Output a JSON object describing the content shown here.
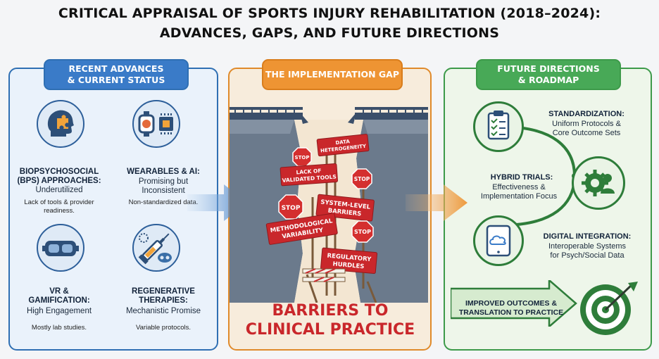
{
  "title": {
    "line1": "CRITICAL APPRAISAL OF SPORTS INJURY REHABILITATION (2018–2024):",
    "line2": "ADVANCES, GAPS, AND FUTURE DIRECTIONS"
  },
  "left_panel": {
    "heading_line1": "RECENT ADVANCES",
    "heading_line2": "& CURRENT STATUS",
    "items": [
      {
        "icon": "head-puzzle-icon",
        "title_line1": "BIOPSYCHOSOCIAL",
        "title_line2": "(BPS) APPROACHES:",
        "subtitle": "Underutilized",
        "note_line1": "Lack of tools & provider",
        "note_line2": "readiness."
      },
      {
        "icon": "smartwatch-chip-icon",
        "title_line1": "WEARABLES & AI:",
        "subtitle_line1": "Promising but",
        "subtitle_line2": "Inconsistent",
        "note": "Non-standardized data."
      },
      {
        "icon": "vr-headset-icon",
        "title_line1": "VR &",
        "title_line2": "GAMIFICATION:",
        "subtitle": "High Engagement",
        "note": "Mostly lab studies."
      },
      {
        "icon": "syringe-cells-icon",
        "title_line1": "REGENERATIVE",
        "title_line2": "THERAPIES:",
        "subtitle": "Mechanistic Promise",
        "note": "Variable protocols."
      }
    ]
  },
  "middle_panel": {
    "heading": "THE IMPLEMENTATION GAP",
    "signs": [
      {
        "label": "STOP"
      },
      {
        "label_line1": "DATA",
        "label_line2": "HETEROGENEITY"
      },
      {
        "label_line1": "LACK OF",
        "label_line2": "VALIDATED TOOLS"
      },
      {
        "label": "STOP"
      },
      {
        "label": "STOP"
      },
      {
        "label_line1": "SYSTEM-LEVEL",
        "label_line2": "BARRIERS"
      },
      {
        "label_line1": "METHODOLOGICAL",
        "label_line2": "VARIABILITY"
      },
      {
        "label": "STOP"
      },
      {
        "label_line1": "REGULATORY",
        "label_line2": "HURDLES"
      }
    ],
    "footer_line1": "BARRIERS TO",
    "footer_line2": "CLINICAL PRACTICE"
  },
  "right_panel": {
    "heading_line1": "FUTURE DIRECTIONS",
    "heading_line2": "& ROADMAP",
    "items": [
      {
        "icon": "clipboard-checklist-icon",
        "title": "STANDARDIZATION:",
        "line1": "Uniform Protocols &",
        "line2": "Core Outcome Sets"
      },
      {
        "icon": "gear-person-icon",
        "title": "HYBRID TRIALS:",
        "line1": "Effectiveness &",
        "line2": "Implementation Focus"
      },
      {
        "icon": "tablet-cloud-icon",
        "title": "DIGITAL INTEGRATION:",
        "line1": "Interoperable Systems",
        "line2": "for Psych/Social Data"
      }
    ],
    "outcome_line1": "IMPROVED OUTCOMES &",
    "outcome_line2": "TRANSLATION TO PRACTICE",
    "outcome_icon": "target-arrow-icon"
  },
  "colors": {
    "left_accent": "#3a7bc8",
    "middle_accent": "#ee9433",
    "right_accent": "#48a957",
    "barrier_red": "#c9272b"
  }
}
